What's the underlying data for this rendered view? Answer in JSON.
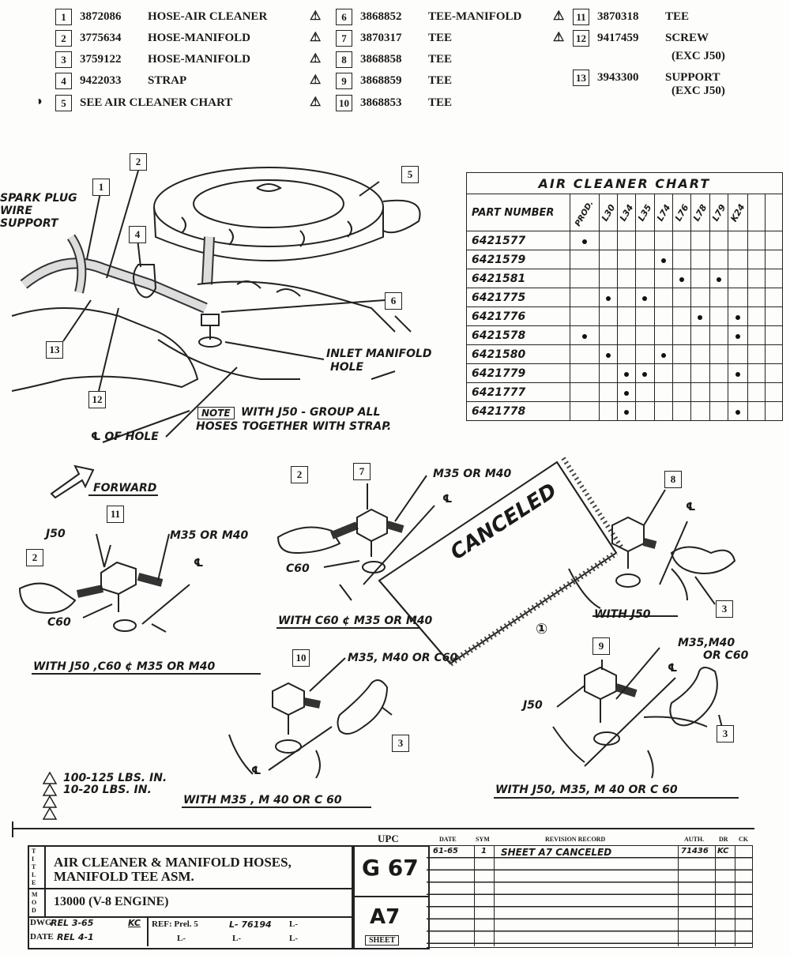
{
  "parts": [
    {
      "num": "1",
      "part": "3872086",
      "desc": "HOSE-AIR CLEANER"
    },
    {
      "num": "2",
      "part": "3775634",
      "desc": "HOSE-MANIFOLD"
    },
    {
      "num": "3",
      "part": "3759122",
      "desc": "HOSE-MANIFOLD"
    },
    {
      "num": "4",
      "part": "9422033",
      "desc": "STRAP"
    },
    {
      "num": "5",
      "part": "",
      "desc": "SEE AIR CLEANER CHART"
    },
    {
      "num": "6",
      "part": "3868852",
      "desc": "TEE-MANIFOLD"
    },
    {
      "num": "7",
      "part": "3870317",
      "desc": "TEE"
    },
    {
      "num": "8",
      "part": "3868858",
      "desc": "TEE"
    },
    {
      "num": "9",
      "part": "3868859",
      "desc": "TEE"
    },
    {
      "num": "10",
      "part": "3868853",
      "desc": "TEE"
    },
    {
      "num": "11",
      "part": "3870318",
      "desc": "TEE"
    },
    {
      "num": "12",
      "part": "9417459",
      "desc": "SCREW",
      "desc2": "(EXC J50)"
    },
    {
      "num": "13",
      "part": "3943300",
      "desc": "SUPPORT",
      "desc2": "(EXC J50)"
    }
  ],
  "chart": {
    "title": "AIR  CLEANER  CHART",
    "header": "PART NUMBER",
    "columns": [
      "PROD.",
      "L30",
      "L34",
      "L35",
      "L74",
      "L76",
      "L78",
      "L79",
      "K24"
    ],
    "rows": [
      {
        "pn": "6421577",
        "marks": [
          0
        ]
      },
      {
        "pn": "6421579",
        "marks": [
          4
        ]
      },
      {
        "pn": "6421581",
        "marks": [
          5,
          7
        ]
      },
      {
        "pn": "6421775",
        "marks": [
          1,
          3
        ]
      },
      {
        "pn": "6421776",
        "marks": [
          6,
          8
        ]
      },
      {
        "pn": "6421578",
        "marks": [
          0,
          8
        ]
      },
      {
        "pn": "6421580",
        "marks": [
          1,
          4
        ]
      },
      {
        "pn": "6421779",
        "marks": [
          2,
          3,
          8
        ]
      },
      {
        "pn": "6421777",
        "marks": [
          2
        ]
      },
      {
        "pn": "6421778",
        "marks": [
          2,
          8
        ]
      }
    ]
  },
  "labels": {
    "spark": "SPARK PLUG",
    "wire": "WIRE",
    "support": "SUPPORT",
    "inlet": "INLET MANIFOLD",
    "hole": "HOLE",
    "note": "NOTE",
    "note_text1": "WITH J50 - GROUP ALL",
    "note_text2": "HOSES TOGETHER WITH STRAP.",
    "cl_hole": "℄ OF HOLE",
    "forward": "FORWARD",
    "j50": "J50",
    "m35m40": "M35 OR M40",
    "c60": "C60",
    "cl": "℄",
    "canceled": "CANCELED",
    "m35m40c60": "M35, M40 OR C60",
    "m35m40_a": "M35,M40",
    "m35m40_b": "OR C60",
    "cap1": "WITH  J50 ,C60 ¢ M35 OR M40",
    "cap2": "WITH  C60 ¢ M35  OR M40",
    "cap3": "WITH  J50",
    "cap4": "WITH  M35 , M 40  OR  C 60",
    "cap5": "WITH  J50, M35, M 40  OR C 60",
    "circ1": "①",
    "torque1": "100-125 LBS. IN.",
    "torque2": "10-20 LBS. IN."
  },
  "titleblock": {
    "title_letters": "T I T L E",
    "title1": "AIR CLEANER & MANIFOLD HOSES,",
    "title2": "MANIFOLD TEE ASM.",
    "model_letters": "MOD",
    "model": "13000 (V-8 ENGINE)",
    "dwg": "DWG",
    "dwg_val": "REL 3-65",
    "dwg_init": "KC",
    "date_lbl": "DATE",
    "date_val": "REL 4-1",
    "ref": "REF: Prel. 5",
    "l1": "L- 76194",
    "l2": "L-",
    "l3": "L-",
    "l4": "L-",
    "l5": "L-",
    "upc_lbl": "UPC",
    "upc": "G 67",
    "sheet_code": "A7",
    "sheet_lbl": "SHEET",
    "rev_headers": [
      "DATE",
      "SYM",
      "REVISION RECORD",
      "AUTH.",
      "DR",
      "CK"
    ],
    "rev_row": {
      "date": "61-65",
      "sym": "1",
      "rec": "SHEET A7 CANCELED",
      "auth": "71436",
      "dr": "KC"
    }
  }
}
